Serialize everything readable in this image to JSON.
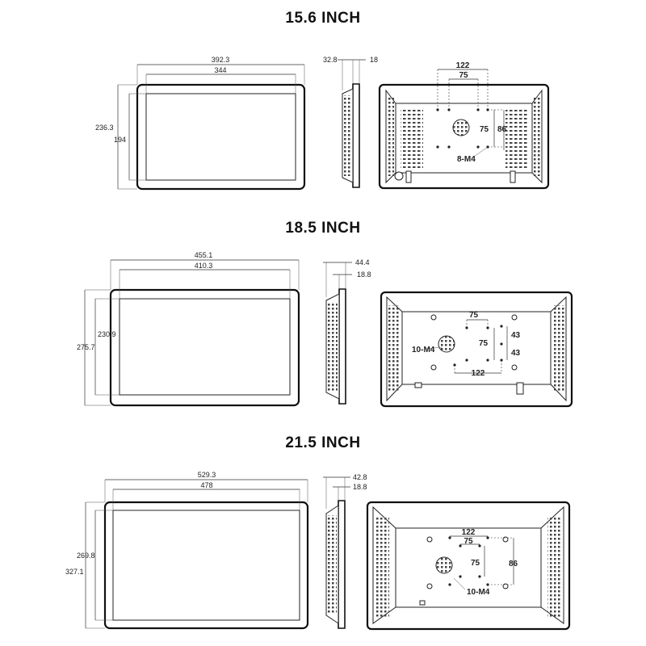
{
  "sections": [
    {
      "title": "15.6 INCH",
      "front": {
        "outer_width": "392.3",
        "screen_width": "344",
        "outer_height": "236.3",
        "screen_height": "194"
      },
      "side": {
        "depth": "32.8",
        "thickness": "18"
      },
      "back": {
        "hole_spacing_outer": "122",
        "hole_spacing_inner": "75",
        "vertical_inner": "75",
        "vertical_outer": "86",
        "screw_label": "8-M4"
      }
    },
    {
      "title": "18.5 INCH",
      "front": {
        "outer_width": "455.1",
        "screen_width": "410.3",
        "screen_height": "230.9",
        "outer_height": "275.7"
      },
      "side": {
        "depth": "44.4",
        "thickness": "18.8"
      },
      "back": {
        "hole_spacing_inner": "75",
        "vertical_inner": "75",
        "hole_spacing_outer": "122",
        "vertical_upper": "43",
        "vertical_lower": "43",
        "screw_label": "10-M4"
      }
    },
    {
      "title": "21.5 INCH",
      "front": {
        "outer_width": "529.3",
        "screen_width": "478",
        "screen_height": "269.8",
        "outer_height": "327.1"
      },
      "side": {
        "depth": "42.8",
        "thickness": "18.8"
      },
      "back": {
        "hole_spacing_outer": "122",
        "hole_spacing_inner": "75",
        "vertical_inner": "75",
        "vertical_outer": "86",
        "screw_label": "10-M4"
      }
    }
  ]
}
